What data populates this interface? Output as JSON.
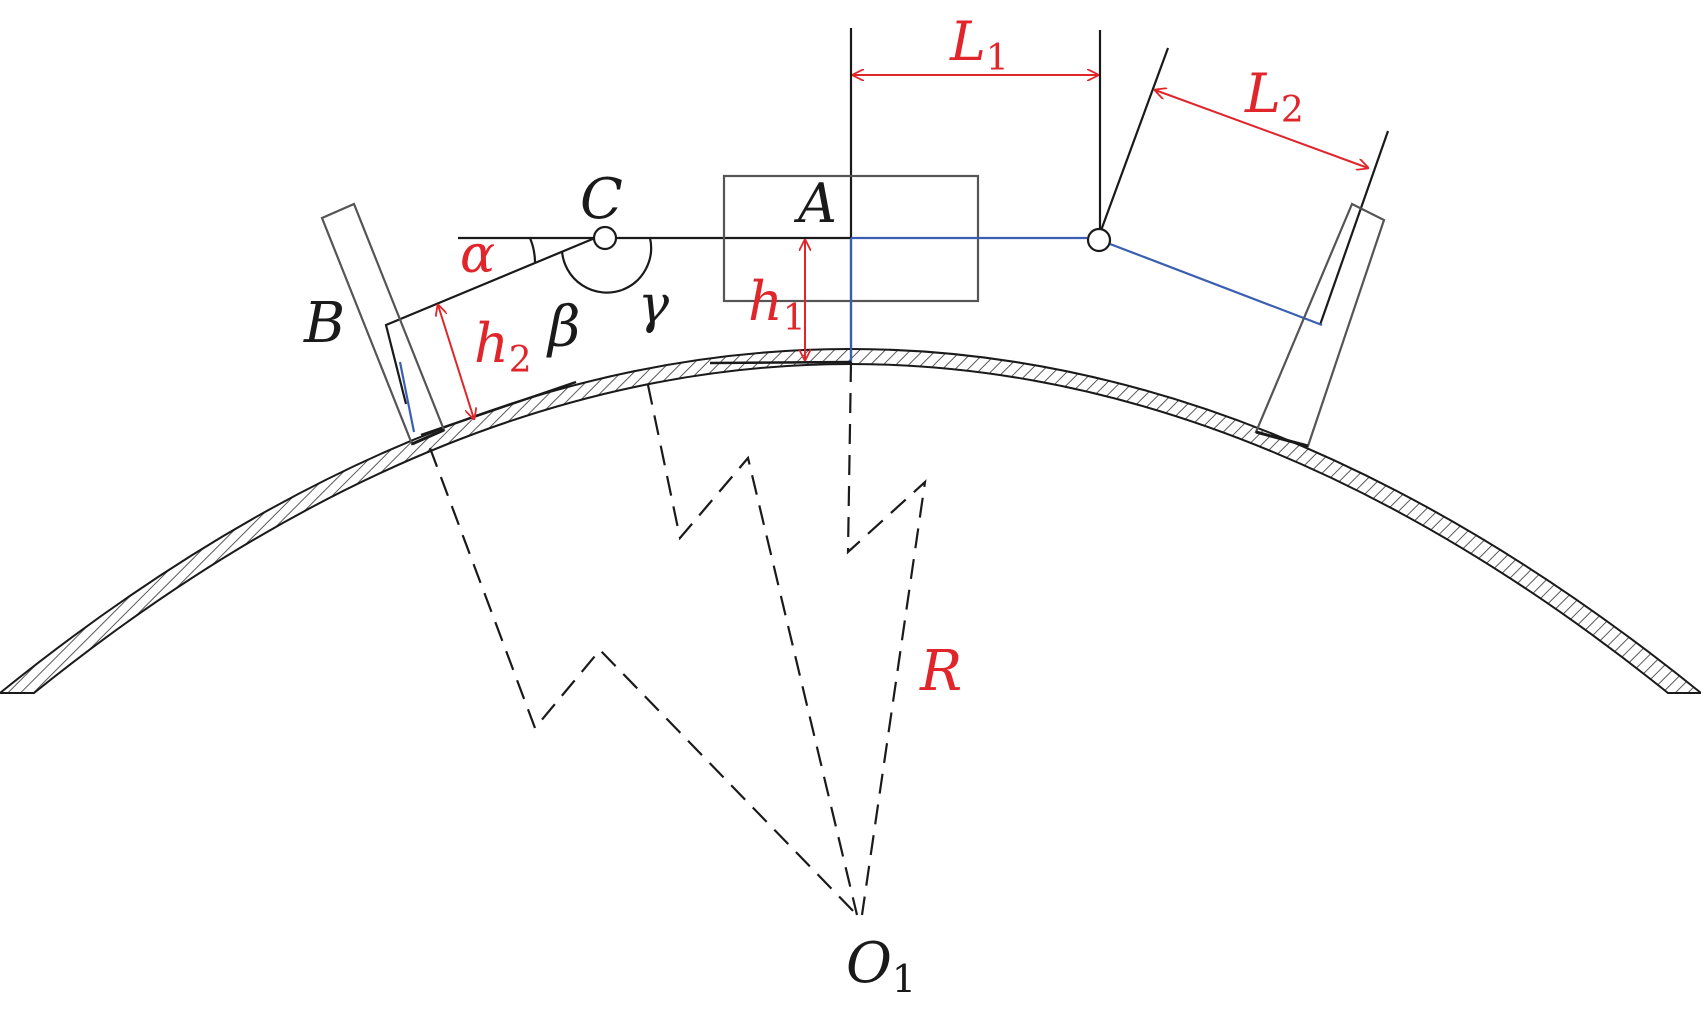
{
  "labels": {
    "L": "L",
    "L1_sub": "1",
    "L2_sub": "2",
    "C": "C",
    "A": "A",
    "B": "B",
    "alpha": "α",
    "beta": "β",
    "gamma": "γ",
    "h": "h",
    "h1_sub": "1",
    "h2_sub": "2",
    "R": "R",
    "O": "O",
    "O1_sub": "1"
  },
  "colors": {
    "line": "#1a1a1a",
    "dimension": "#e0262b",
    "blue": "#3a5fb0",
    "hatch": "#6a6a6a"
  }
}
